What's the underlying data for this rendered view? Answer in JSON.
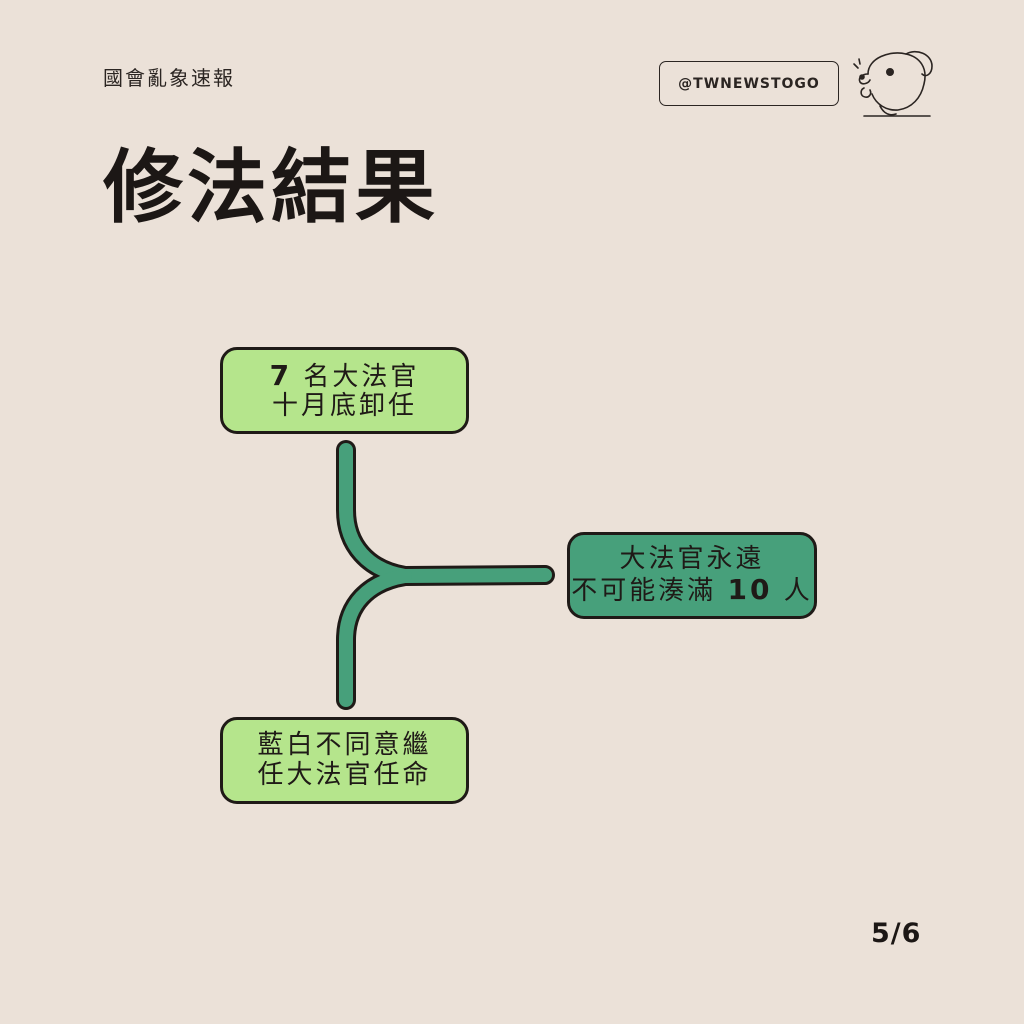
{
  "header": {
    "kicker": "國會亂象速報",
    "handle": "@TWNEWSTOGO",
    "mascot_icon": "dog-mascot-icon"
  },
  "title": "修法結果",
  "diagram": {
    "nodes": {
      "top": {
        "line1_number": "7",
        "line1_text": "名大法官",
        "line2": "十月底卸任"
      },
      "bottom": {
        "line1": "藍白不同意繼",
        "line2": "任大法官任命"
      },
      "result": {
        "line1": "大法官永遠",
        "line2_text": "不可能湊滿",
        "line2_number": "10",
        "line2_suffix": "人"
      }
    },
    "colors": {
      "background": "#ebe1d8",
      "light_green": "#b5e58c",
      "dark_green": "#47a07b",
      "outline": "#1f1a17"
    }
  },
  "footer": {
    "page": "5/6"
  }
}
